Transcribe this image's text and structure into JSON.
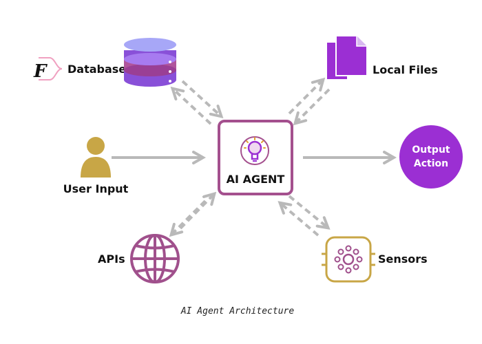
{
  "center": {
    "label": "AI AGENT"
  },
  "nodes": {
    "database": {
      "label": "Database",
      "logo_letter": "F"
    },
    "local_files": {
      "label": "Local Files"
    },
    "user_input": {
      "label": "User Input"
    },
    "output": {
      "line1": "Output",
      "line2": "Action"
    },
    "apis": {
      "label": "APIs"
    },
    "sensors": {
      "label": "Sensors"
    }
  },
  "caption": "AI Agent Architecture",
  "colors": {
    "agent_border": "#a4508e",
    "purple": "#9b2fd3",
    "purple_light": "#a77bf0",
    "purple_mid": "#8950d8",
    "mauve": "#a0508c",
    "gold": "#c8a646",
    "arrow": "#b9b9b9",
    "text": "#111111"
  }
}
